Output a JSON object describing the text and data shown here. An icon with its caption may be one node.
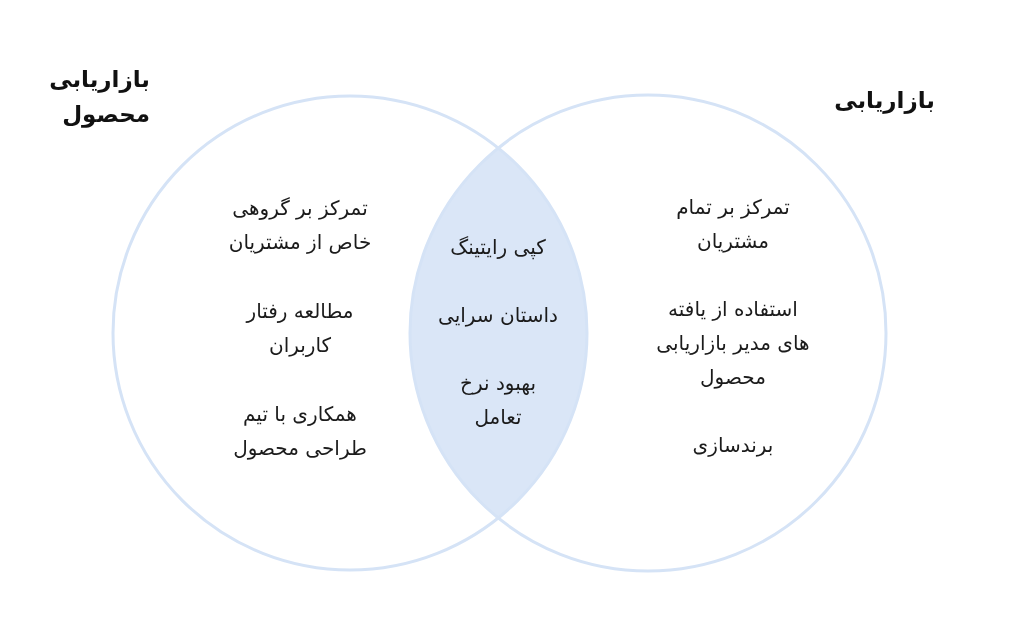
{
  "diagram": {
    "nodes": [
      {
        "text": [
          "بازاریابی",
          "تمرکز بر تمام مشتریان",
          "استفاده از یافته های مدیر بازاریابی محصول",
          "برندسازی"
        ]
      },
      {
        "text": [
          "بازاریابی محصول",
          "تمرکز بر گروهی خاص از مشتریان",
          "مطالعه رفتار کاربران",
          "همکاری با تیم طراحی محصول"
        ]
      },
      {
        "text": [
          "کپی رایتینگ",
          "داستان سرایی",
          "بهبود نرخ تعامل"
        ]
      }
    ],
    "edges": []
  }
}
